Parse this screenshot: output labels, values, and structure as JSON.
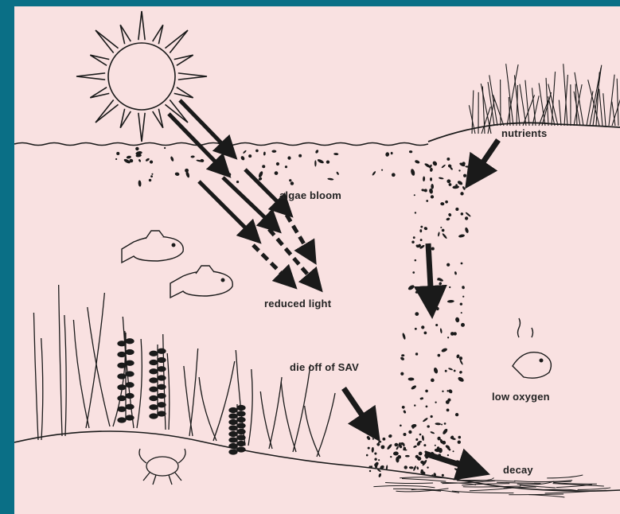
{
  "labels": {
    "nutrients": "nutrients",
    "algae_bloom": "algae bloom",
    "reduced_light": "reduced light",
    "die_off": "die off of SAV",
    "low_oxygen": "low oxygen",
    "decay": "decay"
  },
  "colors": {
    "frame": "#0a6f86",
    "background": "#f9e1e1",
    "ink": "#1a1a1a"
  }
}
